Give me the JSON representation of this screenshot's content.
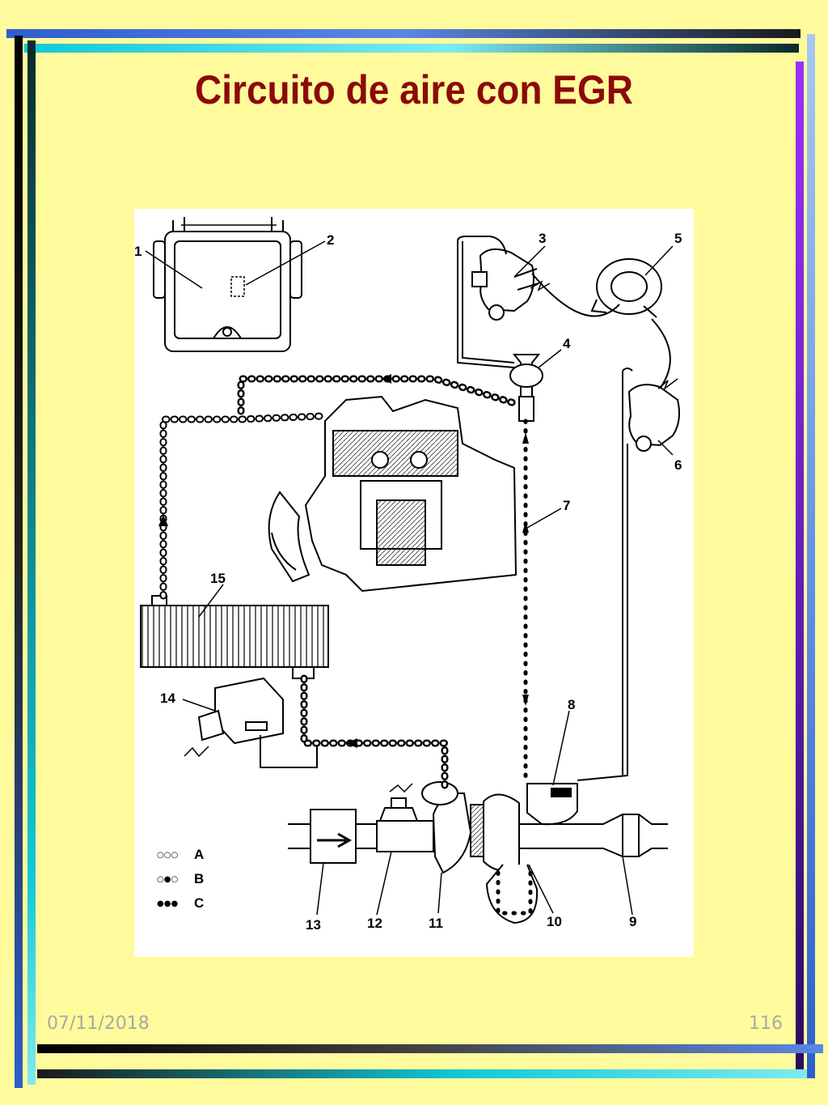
{
  "slide": {
    "title": "Circuito de aire con EGR",
    "date": "07/11/2018",
    "page_number": "116"
  },
  "diagram": {
    "callouts": [
      "1",
      "2",
      "3",
      "4",
      "5",
      "6",
      "7",
      "8",
      "9",
      "10",
      "11",
      "12",
      "13",
      "14",
      "15"
    ],
    "legend": [
      {
        "symbol": "○○○",
        "label": "A"
      },
      {
        "symbol": "○●○",
        "label": "B"
      },
      {
        "symbol": "●●●",
        "label": "C"
      }
    ]
  },
  "colors": {
    "background": "#FFFB9C",
    "title": "#8B0A0A",
    "footer_text": "#A8A8A8"
  }
}
